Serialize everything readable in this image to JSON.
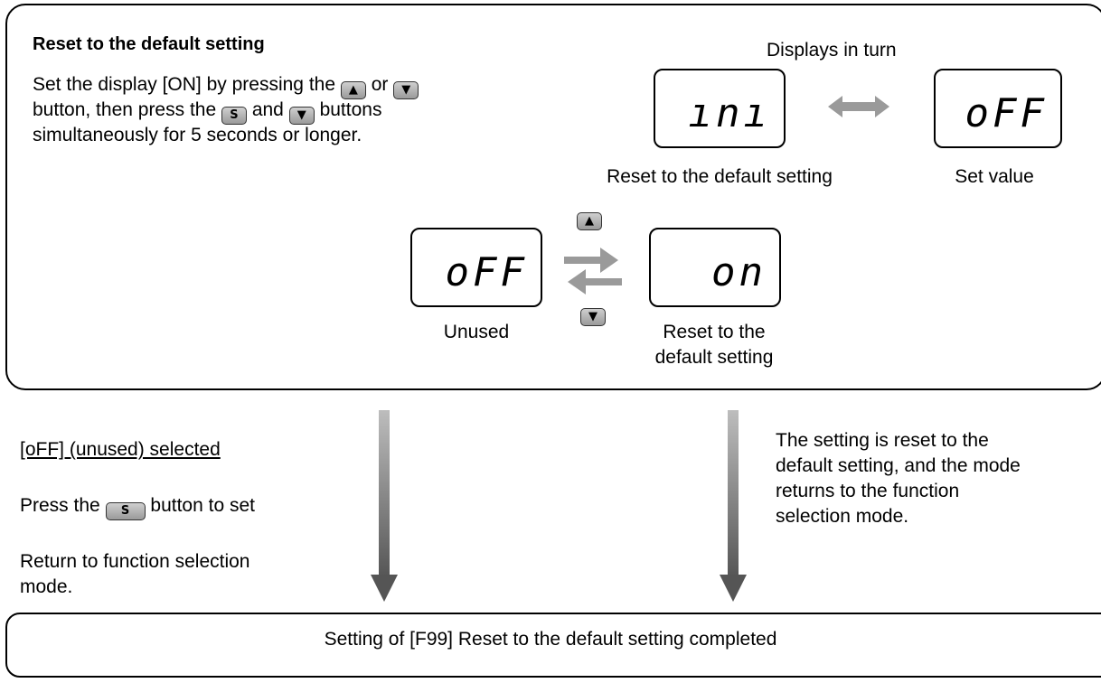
{
  "panel": {
    "title": "Reset to the default setting",
    "instr_1": "Set the display [ON] by pressing the",
    "instr_1_or": "or",
    "instr_2a": "button, then press the",
    "instr_2_and": "and",
    "instr_2b": "buttons",
    "instr_3": "simultaneously for 5 seconds or longer.",
    "displays_in_turn": "Displays in turn",
    "lcd_ini": "ını",
    "lcd_off_top": "oFF",
    "caption_ini": "Reset to the default setting",
    "caption_set_value": "Set value",
    "lcd_off": "oFF",
    "lcd_on": "on",
    "caption_unused": "Unused",
    "caption_reset_1": "Reset to the",
    "caption_reset_2": "default setting"
  },
  "buttons": {
    "up": "▲",
    "down": "▼",
    "set": "S"
  },
  "left_branch": {
    "heading": "[oFF] (unused) selected",
    "press": "Press the",
    "press_tail": "button to set",
    "return_1": "Return to function selection",
    "return_2": "mode."
  },
  "right_branch": {
    "line1": "The setting is reset to the",
    "line2": "default setting, and the mode",
    "line3": "returns to the function",
    "line4": "selection mode."
  },
  "footer": {
    "text": "Setting of [F99] Reset to the default setting completed"
  },
  "colors": {
    "arrow_gray": "#8a8a8a",
    "arrow_dark": "#555555",
    "button_fill": "#b5b5b5"
  }
}
